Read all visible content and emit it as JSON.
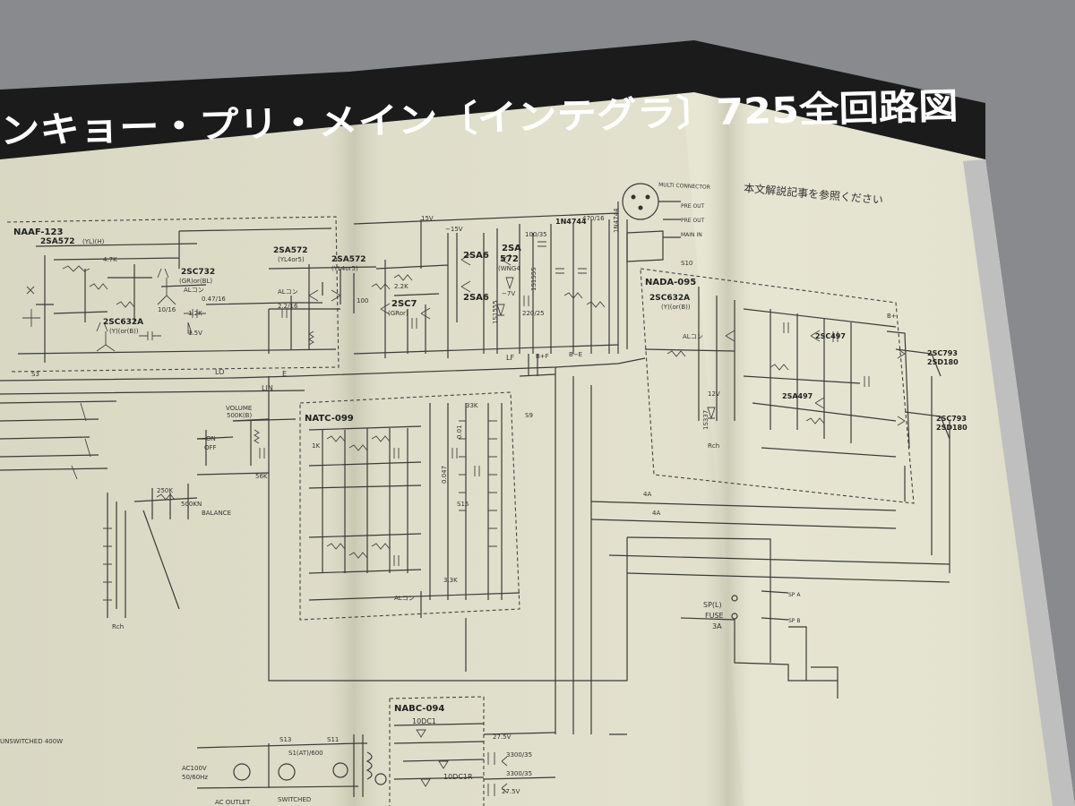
{
  "header": {
    "title": "ンキョー・プリ・メイン〔インテグラ〕725全回路図"
  },
  "note": "本文解説記事を参照ください",
  "modules": {
    "naaf": "NAAF-123",
    "natc": "NATC-099",
    "nada": "NADA-095",
    "nabc": "NABC-094"
  },
  "transistors": {
    "t1": "2SA572",
    "t1b": "(YL)(H)",
    "t2": "2SC732",
    "t2b": "(GR)or(BL)",
    "t3": "2SC632A",
    "t3b": "(Y)(or(B))",
    "t4": "2SA572",
    "t4b": "(YL4or5)",
    "t5": "2SA572",
    "t5b": "(YL4or5)",
    "t6": "2SC7",
    "t6b": "(GRor)",
    "t7": "2SA6",
    "t8": "2SA",
    "t9": "572",
    "t9b": "(WNG4",
    "t10": "2SA6",
    "t11": "2SC632A",
    "t11b": "(Y)(or(B))",
    "t12": "2SC497",
    "t13": "2SA497",
    "t14": "2SC793",
    "t14b": "2SD180",
    "t15": "2SC793",
    "t15b": "2SD180"
  },
  "diodes": {
    "d1": "1N4744",
    "d2": "1S1555",
    "d3": "1S337",
    "d4": "1S1555",
    "d5": "1N4744"
  },
  "labels": {
    "volume": "VOLUME",
    "volume_val": "500K(B)",
    "balance": "BALANCE",
    "balance_val": "500KN",
    "balance_val2": "250K",
    "on": "ON",
    "off": "OFF",
    "lo": "LO",
    "lin": "LIN",
    "e": "E",
    "lf": "LF",
    "bpf": "B+F",
    "bme": "B−E",
    "bp": "B+",
    "multi_connector": "MULTI CONNECTOR",
    "pre_out": "PRE OUT",
    "pre_out2": "PRE OUT",
    "main_in": "MAIN IN",
    "s10": "S10",
    "s9": "S9",
    "s15": "S15",
    "s13": "S13",
    "al_con": "ALコン",
    "al_con2": "ALコン",
    "al_con3": "ALコン",
    "sp_l": "SP(L)",
    "fuse": "FUSE",
    "fuse_val": "3A",
    "fuse4a": "4A",
    "fuse4a2": "4A",
    "ac100": "AC100V",
    "ac50": "50/60Hz",
    "ac_outlet": "AC OUTLET",
    "switched": "SWITCHED",
    "ac_unswitched": "UNSWITCHED 400W",
    "v15": "−15V",
    "v15b": "15V",
    "v275": "27.5V",
    "v275b": "27.5V",
    "c3300": "3300/35",
    "c3300b": "3300/35",
    "c10dc": "10DC1",
    "c10dc2": "10DC1R",
    "r1k": "1K",
    "r33k": "33K",
    "r33k2": "3.3K",
    "r56k": "56K",
    "cap047": "0.47/16",
    "cap22": "2.2/16",
    "cap10": "10/16",
    "cap470": "470/16",
    "cap100": "100/35",
    "cap220": "220/25",
    "res22k": "2.2K",
    "res12k": "1.2K",
    "res47k": "4.7K",
    "res100": "100",
    "rch": "Rch",
    "rch2": "Rch",
    "v12": "12V",
    "s3": "S3",
    "smt": "S1(AT)/600",
    "sfuse": "S1(AT)",
    "s11": "S11",
    "v55": "1.5V",
    "v7": "−7V",
    "c001": "0.01",
    "c0047": "0.047",
    "sp_a": "SP A",
    "sp_b": "SP B"
  }
}
